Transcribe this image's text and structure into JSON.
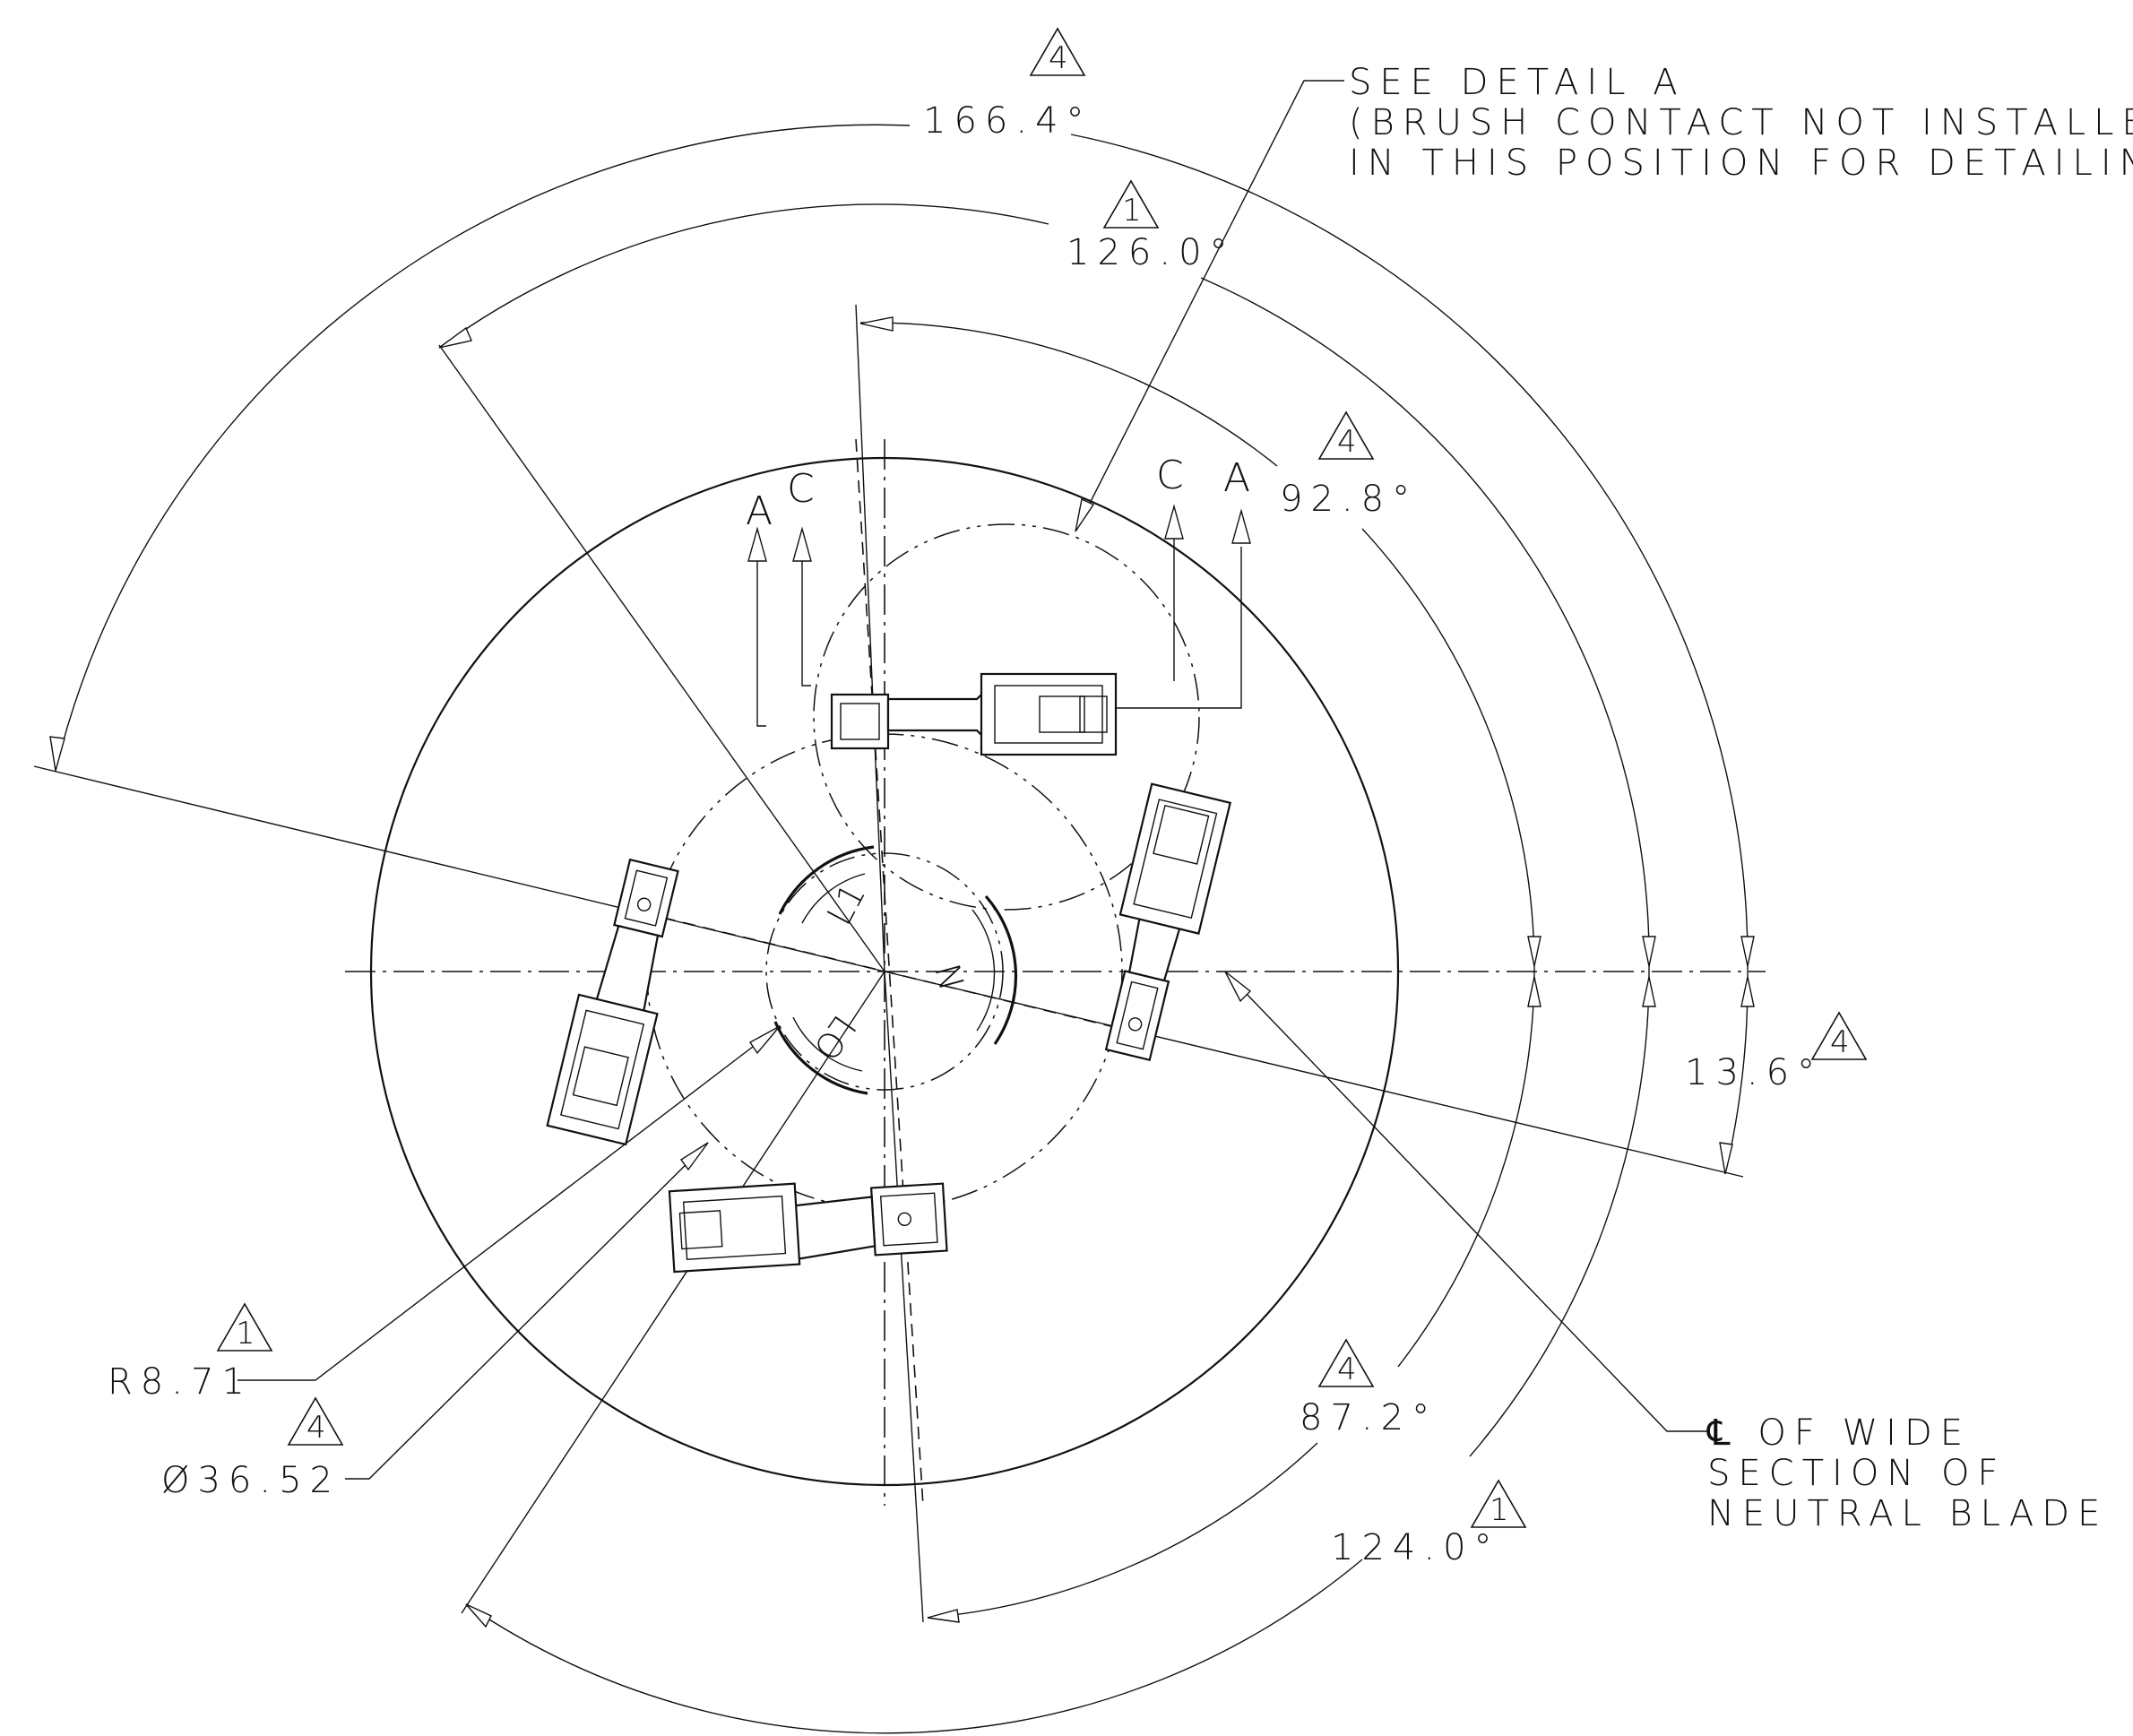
{
  "angles": {
    "a166": "166.4°",
    "a126": "126.0°",
    "a92": "92.8°",
    "a87": "87.2°",
    "a124": "124.0°",
    "a13": "13.6°"
  },
  "dims": {
    "radius": "R8.71",
    "diameter": "Ø36.52"
  },
  "revisions": {
    "a166": "4",
    "a126": "1",
    "a92": "4",
    "a87": "4",
    "a124": "1",
    "a13": "4",
    "radius": "1",
    "diameter": "4"
  },
  "callouts": {
    "detail_line1": "SEE DETAIL  A",
    "detail_line2": "(BRUSH CONTACT NOT INSTALLED",
    "detail_line3": "IN THIS POSITION FOR DETAILING)",
    "neutral_line1": "℄ OF WIDE",
    "neutral_line2": "SECTION OF",
    "neutral_line3": "NEUTRAL BLADE"
  },
  "section_marks": {
    "left_a": "A",
    "left_c": "C",
    "right_c": "C",
    "right_a": "A"
  },
  "terminals": {
    "l1": "L1",
    "n": "N",
    "lo": "LO"
  }
}
